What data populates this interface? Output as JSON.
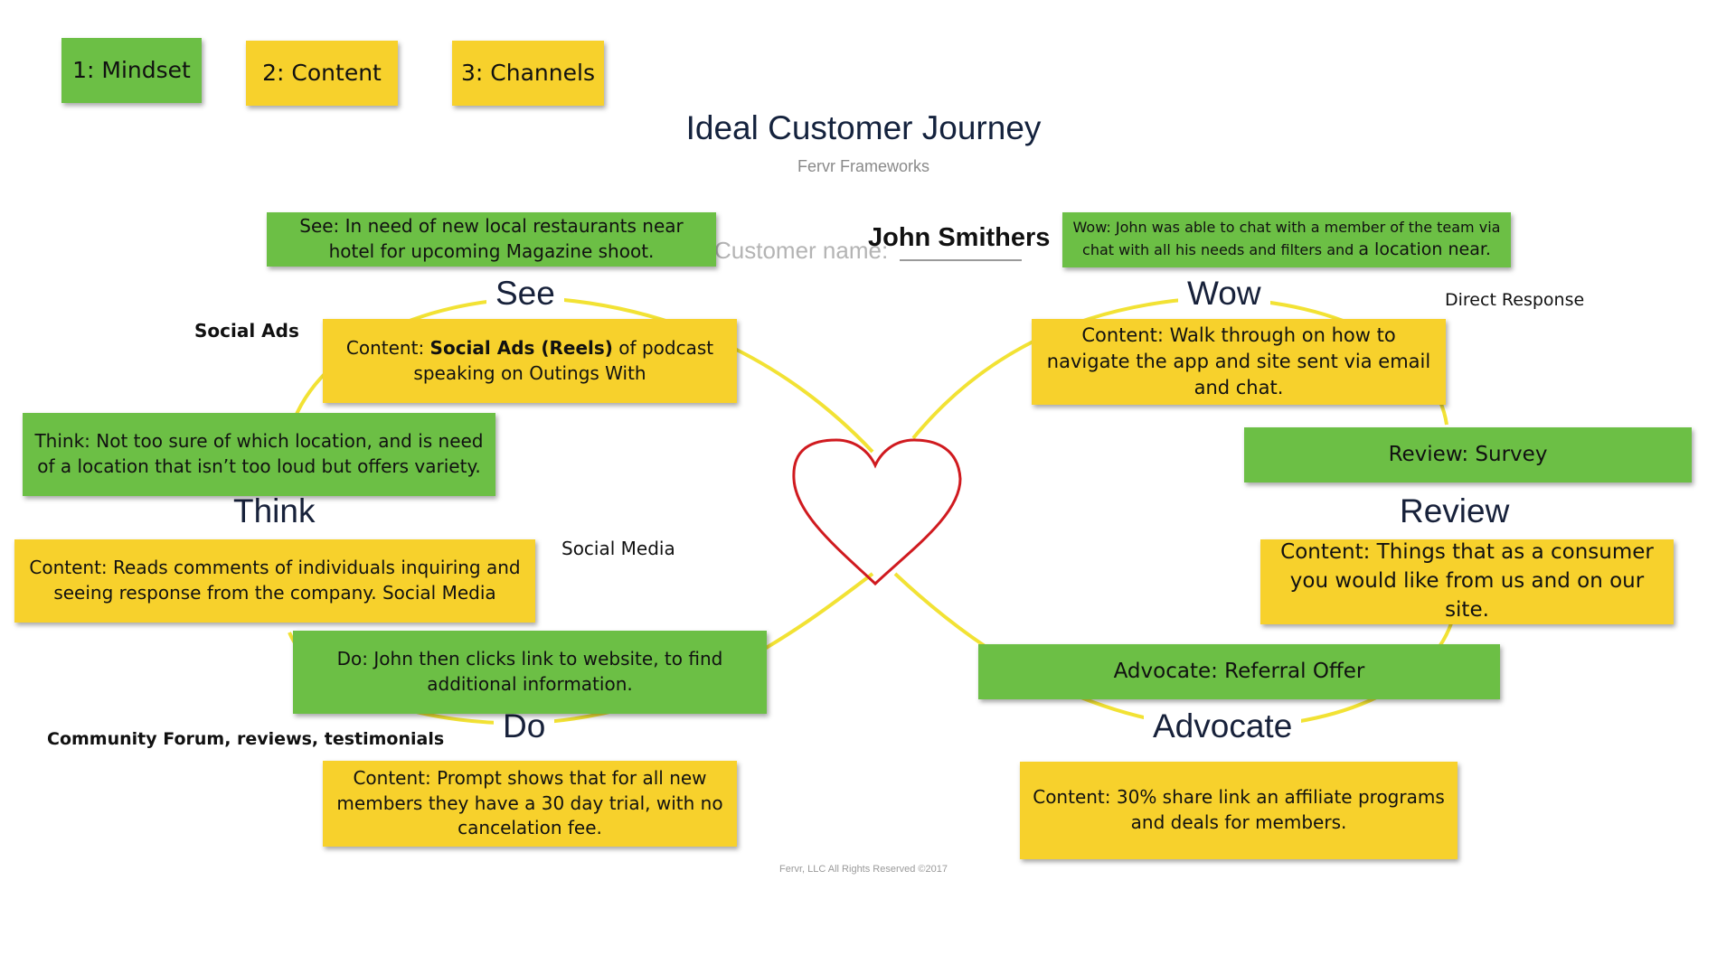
{
  "header": {
    "tags": [
      "1: Mindset",
      "2: Content",
      "3: Channels"
    ],
    "title": "Ideal Customer Journey",
    "subtitle": "Fervr Frameworks",
    "footer": "Fervr, LLC  All Rights Reserved ©2017"
  },
  "customer": {
    "placeholder": "Customer name:",
    "name": "John Smithers"
  },
  "stages": {
    "see": "See",
    "think": "Think",
    "do": "Do",
    "wow": "Wow",
    "review": "Review",
    "advocate": "Advocate"
  },
  "notes": {
    "see_mindset": "See: In need of new local restaurants near hotel for upcoming Magazine shoot.",
    "see_content_prefix": "Content: ",
    "see_content_bold": "Social Ads (Reels)",
    "see_content_suffix": " of podcast speaking on Outings With",
    "think_mindset": "Think: Not too sure of which location, and is need of a location that isn’t too loud but offers variety.",
    "think_content": "Content: Reads comments of individuals inquiring and seeing response from the company. Social Media",
    "do_mindset": "Do: John then clicks link to website, to find additional information.",
    "do_content": "Content: Prompt shows that for all new members they have a 30 day trial, with no cancelation fee.",
    "wow_mindset_prefix": "Wow: John was able to chat with a member of the team via chat with all his needs and filters and ",
    "wow_mindset_suffix": "a location near.",
    "wow_content": "Content: Walk through on how to navigate the app and site sent via email and chat.",
    "review_mindset": "Review: Survey",
    "review_content": "Content: Things that as a consumer you would like from us and on our site.",
    "advocate_mindset": "Advocate: Referral Offer",
    "advocate_content": "Content: 30% share link an affiliate programs and deals for members."
  },
  "channels": {
    "see": "Social Ads",
    "think": "Social Media",
    "do": "Community Forum, reviews, testimonials",
    "wow": "Direct Response"
  },
  "colors": {
    "mindset_note": "#6cbf45",
    "content_note": "#f7d12c",
    "loop_line": "#f2e234",
    "heart": "#d01a1f",
    "title": "#14223d"
  },
  "icons": {
    "center": "heart-outline-icon"
  }
}
